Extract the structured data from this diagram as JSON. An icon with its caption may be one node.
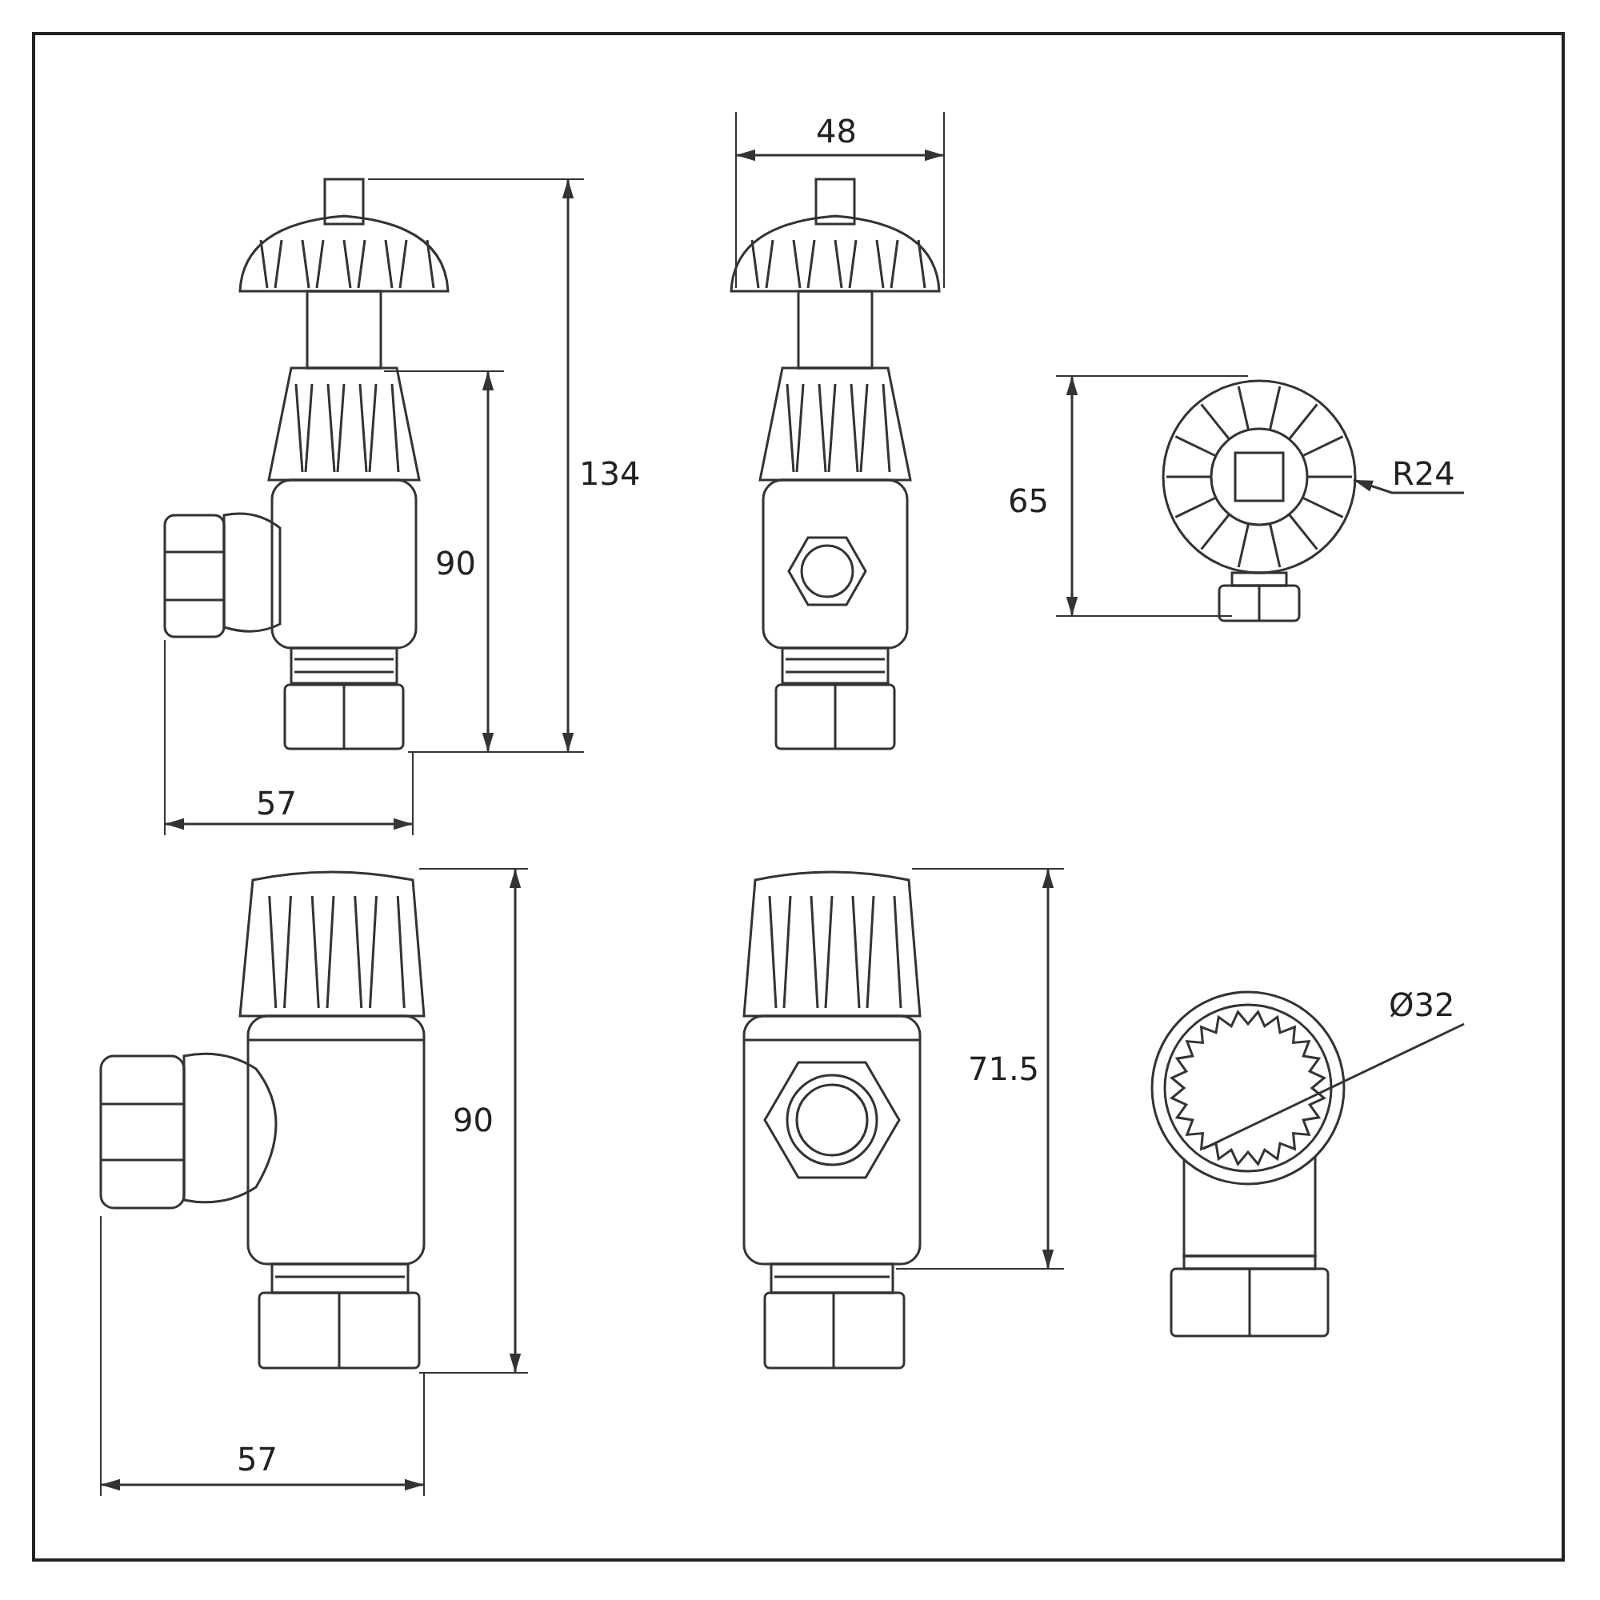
{
  "diagram": {
    "labels": [
      "48",
      "134",
      "90",
      "65",
      "R24",
      "57",
      "Ø32",
      "71.5",
      "90",
      "57"
    ]
  }
}
